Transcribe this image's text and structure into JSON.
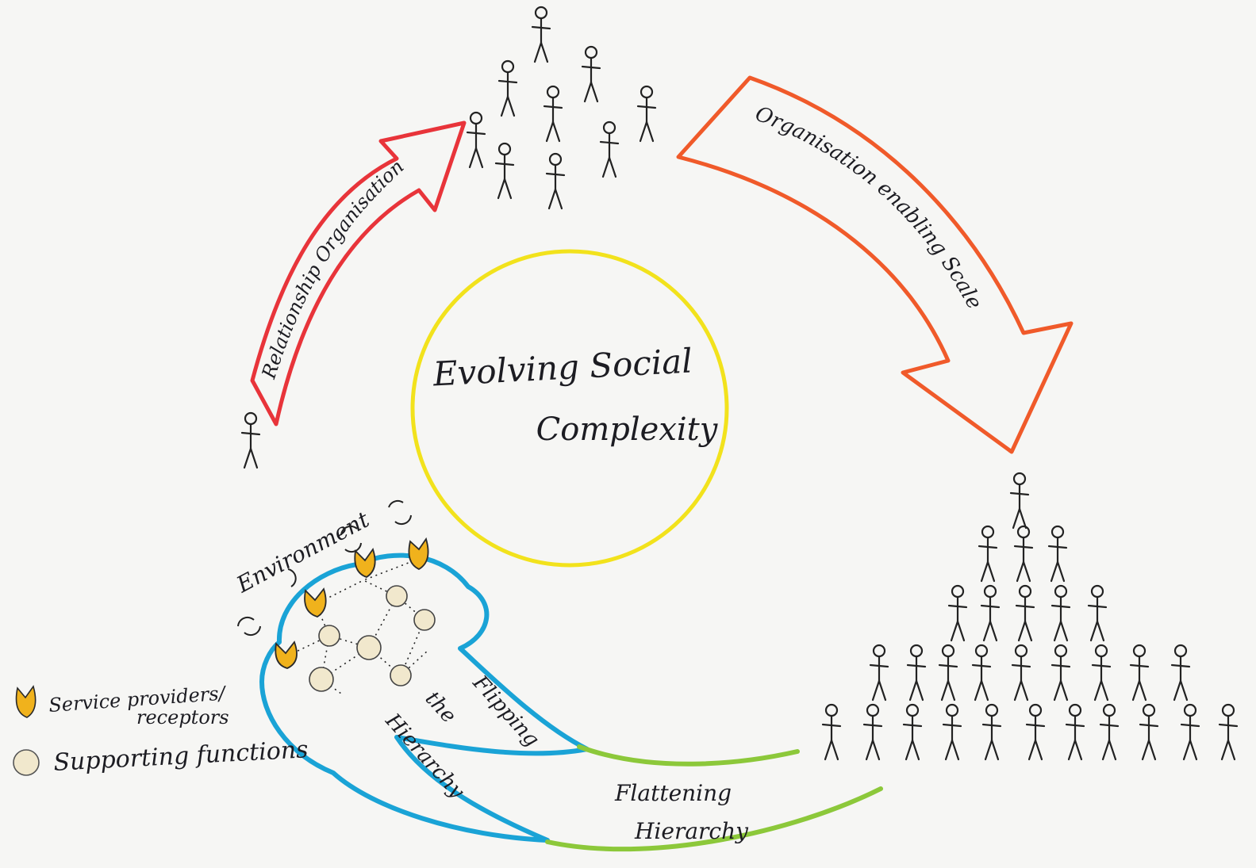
{
  "center": {
    "line1": "Evolving Social",
    "line2": "Complexity"
  },
  "arrows": {
    "relationship": "Relationship Organisation",
    "scale": "Organisation enabling Scale",
    "flipping": [
      "Flipping",
      "the",
      "Hierarchy"
    ],
    "flattening": [
      "Flattening",
      "Hierarchy"
    ]
  },
  "environment_label": "Environment",
  "legend": {
    "service_line1": "Service providers/",
    "service_line2": "receptors",
    "supporting": "Supporting functions"
  },
  "colors": {
    "center_circle": "#f2e21c",
    "relationship_arrow": "#e8343a",
    "scale_arrow": "#f05a2a",
    "blob_outline": "#1aa3d6",
    "flatten_stroke": "#8cc83a",
    "service_provider": "#f0b21c",
    "supporting_node": "#f1e8cd",
    "ink": "#1c1c22"
  }
}
